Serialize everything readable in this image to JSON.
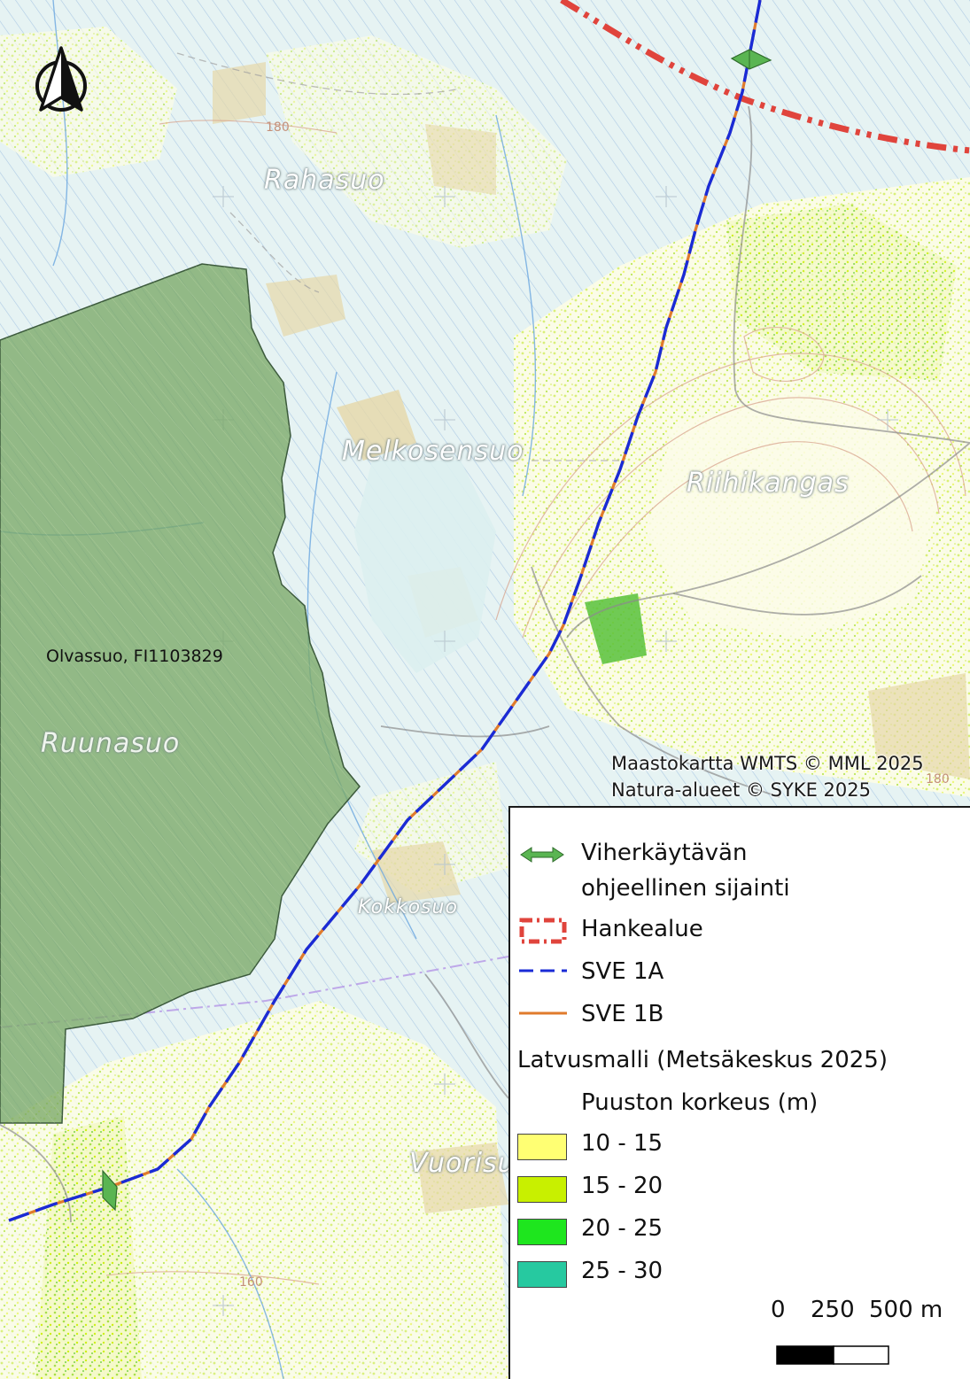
{
  "place_names": {
    "rahasuo": "Rahasuo",
    "melkosensuo": "Melkosensuo",
    "riihikangas": "Riihikangas",
    "ruunasuo": "Ruunasuo",
    "kokkosuo": "Kokkosuo",
    "vuorisuo": "Vuorisuo"
  },
  "contour_labels": [
    "180",
    "180",
    "160"
  ],
  "natura_label": "Olvassuo, FI1103829",
  "attribution": {
    "line1": "Maastokartta WMTS © MML 2025",
    "line2": "Natura-alueet © SYKE 2025"
  },
  "legend": {
    "corridor_line1": "Viherkäytävän",
    "corridor_line2": "ohjeellinen sijainti",
    "project_area": "Hankealue",
    "sve1a": "SVE 1A",
    "sve1b": "SVE 1B",
    "canopy_title": "Latvusmalli (Metsäkeskus 2025)",
    "canopy_subtitle": "Puuston korkeus (m)",
    "classes": [
      {
        "label": "10 - 15",
        "color": "#ffff73"
      },
      {
        "label": "15 - 20",
        "color": "#c8f000"
      },
      {
        "label": "20 - 25",
        "color": "#1ee61e"
      },
      {
        "label": "25 - 30",
        "color": "#26c9a0"
      }
    ],
    "scale": {
      "zero": "0",
      "mid": "250",
      "end": "500 m"
    }
  },
  "colors": {
    "sve1a": "#1a2bd6",
    "sve1b": "#e07b2c",
    "project_area": "#e0443c",
    "natura": "#6fa05e",
    "corridor": "#5ab552",
    "water_bg": "#e6f3f3"
  },
  "icons": {
    "north_arrow": "north-arrow-icon",
    "corridor": "double-arrow-icon"
  }
}
